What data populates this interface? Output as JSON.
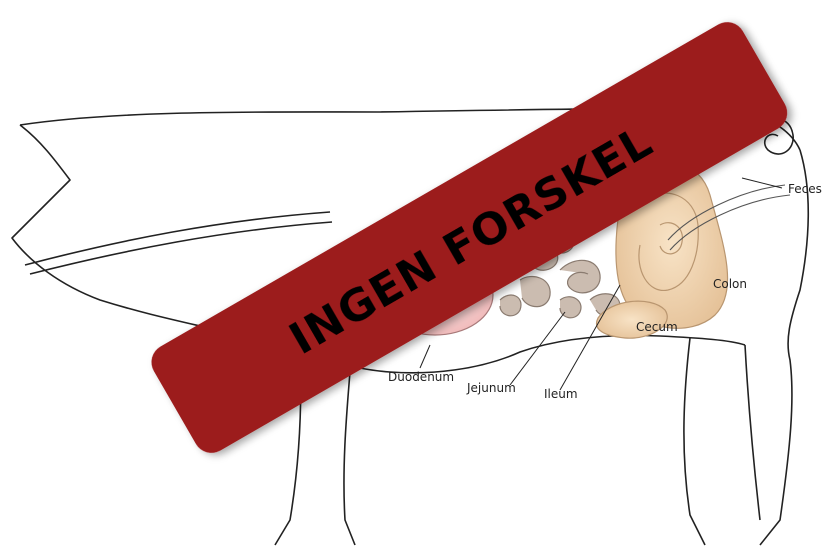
{
  "banner": {
    "text": "INGEN FORSKEL",
    "color": "#9c1c1f"
  },
  "labels": {
    "feces": "Feces",
    "colon": "Colon",
    "cecum": "Cecum",
    "duodenum": "Duodenum",
    "jejunum": "Jejunum",
    "ileum": "Ileum"
  },
  "colors": {
    "outline": "#222222",
    "small_intestine": "#cbbcb0",
    "large_intestine": "#edd0a8",
    "stomach": "#f5cfd0"
  }
}
